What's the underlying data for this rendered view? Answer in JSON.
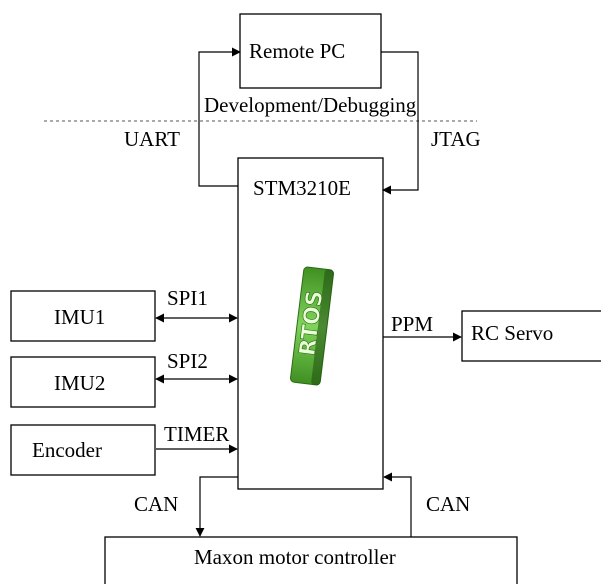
{
  "blocks": {
    "remote_pc": "Remote PC",
    "mcu": "STM3210E",
    "imu1": "IMU1",
    "imu2": "IMU2",
    "encoder": "Encoder",
    "rc_servo": "RC Servo",
    "maxon": "Maxon motor controller"
  },
  "links": {
    "uart": "UART",
    "jtag": "JTAG",
    "spi1": "SPI1",
    "spi2": "SPI2",
    "timer": "TIMER",
    "ppm": "PPM",
    "can_left": "CAN",
    "can_right": "CAN"
  },
  "regions": {
    "dev_debug": "Development/Debugging"
  },
  "logo": {
    "text": "RTOS",
    "color": "#4caf2a"
  }
}
